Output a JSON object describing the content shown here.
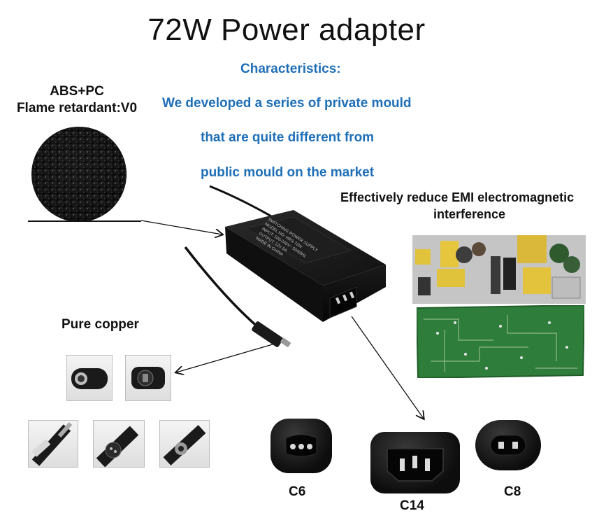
{
  "title": "72W Power adapter",
  "characteristics": {
    "heading": "Characteristics:",
    "lines": [
      "We developed a series of private mould",
      "that are quite different from",
      "public mould on the market"
    ]
  },
  "material": {
    "line1": "ABS+PC",
    "line2": "Flame retardant:V0"
  },
  "emi": {
    "line1": "Effectively reduce EMI electromagnetic",
    "line2": "interference"
  },
  "copper": {
    "label": "Pure copper"
  },
  "connectors": {
    "c6": "C6",
    "c14": "C14",
    "c8": "C8"
  },
  "adapter_label": {
    "line1": "SWITCHING POWER SUPPLY",
    "line2": "MODEL NO: HRS-72W",
    "line3": "INPUT: 100-240V~ 50/60Hz",
    "line4": "OUTPUT: 12V 6A",
    "line5": "MADE IN CHINA"
  },
  "colors": {
    "title": "#111111",
    "accent_blue": "#1f6fb7",
    "adapter_body": "#1b1b1b",
    "pcb_green": "#2f7d3a"
  }
}
